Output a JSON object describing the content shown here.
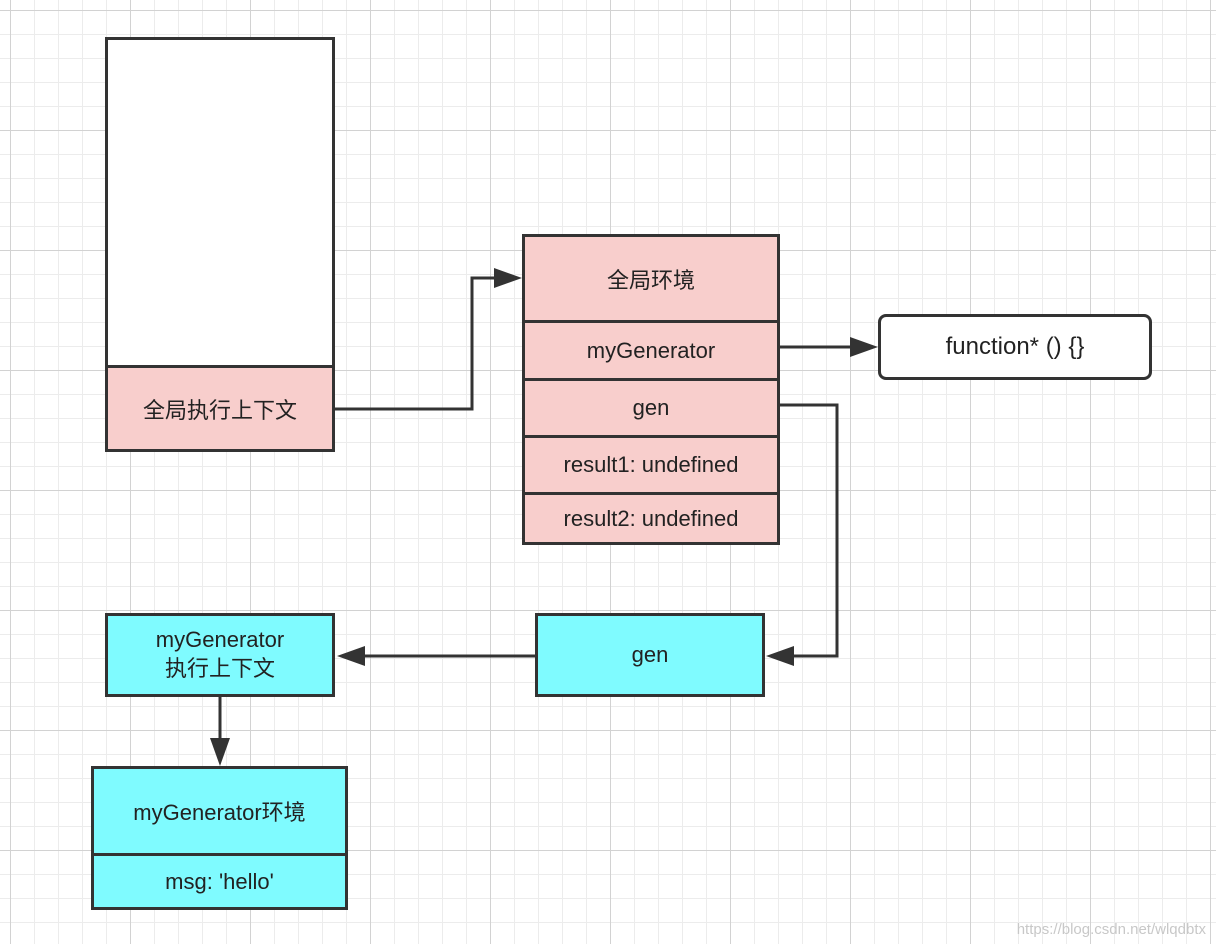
{
  "call_stack": {
    "top_label": "全局执行上下文"
  },
  "global_env": {
    "title": "全局环境",
    "rows": [
      "myGenerator",
      "gen",
      "result1: undefined",
      "result2: undefined"
    ]
  },
  "function_box": {
    "label": "function* () {}"
  },
  "gen_box": {
    "label": "gen"
  },
  "generator_context": {
    "line1": "myGenerator",
    "line2": "执行上下文"
  },
  "generator_env": {
    "title": "myGenerator环境",
    "rows": [
      "msg: 'hello'"
    ]
  },
  "watermark": {
    "text": "https://blog.csdn.net/wlqdbtx"
  },
  "colors": {
    "pink": "#f8cecc",
    "cyan": "#7ffbff",
    "stroke": "#333333"
  }
}
